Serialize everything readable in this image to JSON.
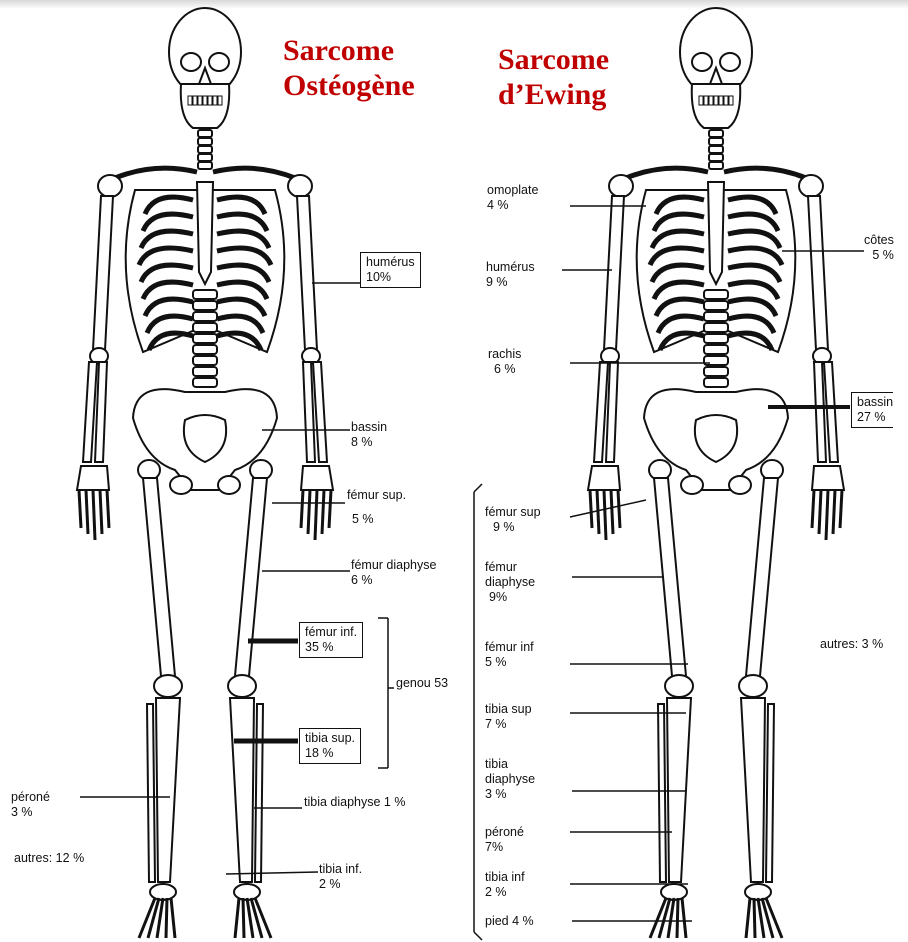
{
  "osteo": {
    "title_line1": "Sarcome",
    "title_line2": "Ostéogène",
    "humerus": {
      "name": "humérus",
      "pct": "10%"
    },
    "bassin": {
      "name": "bassin",
      "pct": "8 %"
    },
    "femur_sup": {
      "name": "fémur sup.",
      "pct": "5 %"
    },
    "femur_diaphyse": {
      "name": "fémur diaphyse",
      "pct": "6 %"
    },
    "femur_inf": {
      "name": "fémur inf.",
      "pct": "35 %"
    },
    "genou": "genou 53",
    "tibia_sup": {
      "name": "tibia sup.",
      "pct": "18 %"
    },
    "perone": {
      "name": "péroné",
      "pct": "3 %"
    },
    "tibia_diaphyse": "tibia diaphyse 1 %",
    "autres": "autres: 12 %",
    "tibia_inf": {
      "name": "tibia inf.",
      "pct": "2 %"
    }
  },
  "ewing": {
    "title_line1": "Sarcome",
    "title_line2": "d’Ewing",
    "omoplate": {
      "name": "omoplate",
      "pct": "4 %"
    },
    "cotes": {
      "name": "côtes",
      "pct": "5 %"
    },
    "humerus": {
      "name": "humérus",
      "pct": "9 %"
    },
    "rachis": {
      "name": "rachis",
      "pct": "6 %"
    },
    "bassin": {
      "name": "bassin",
      "pct": "27 %"
    },
    "femur_sup": {
      "name": "fémur sup",
      "pct": "9 %"
    },
    "femur_diaphyse": {
      "name1": "fémur",
      "name2": "diaphyse",
      "pct": "9%"
    },
    "femur_inf": {
      "name": "fémur inf",
      "pct": "5 %"
    },
    "autres": "autres: 3 %",
    "tibia_sup": {
      "name": "tibia sup",
      "pct": "7 %"
    },
    "tibia_diaphyse": {
      "name1": "tibia",
      "name2": "diaphyse",
      "pct": "3 %"
    },
    "perone": {
      "name": "péroné",
      "pct": "7%"
    },
    "tibia_inf": {
      "name": "tibia inf",
      "pct": "2 %"
    },
    "pied": "pied 4 %"
  },
  "colors": {
    "title": "#c00000",
    "ink": "#111111"
  }
}
